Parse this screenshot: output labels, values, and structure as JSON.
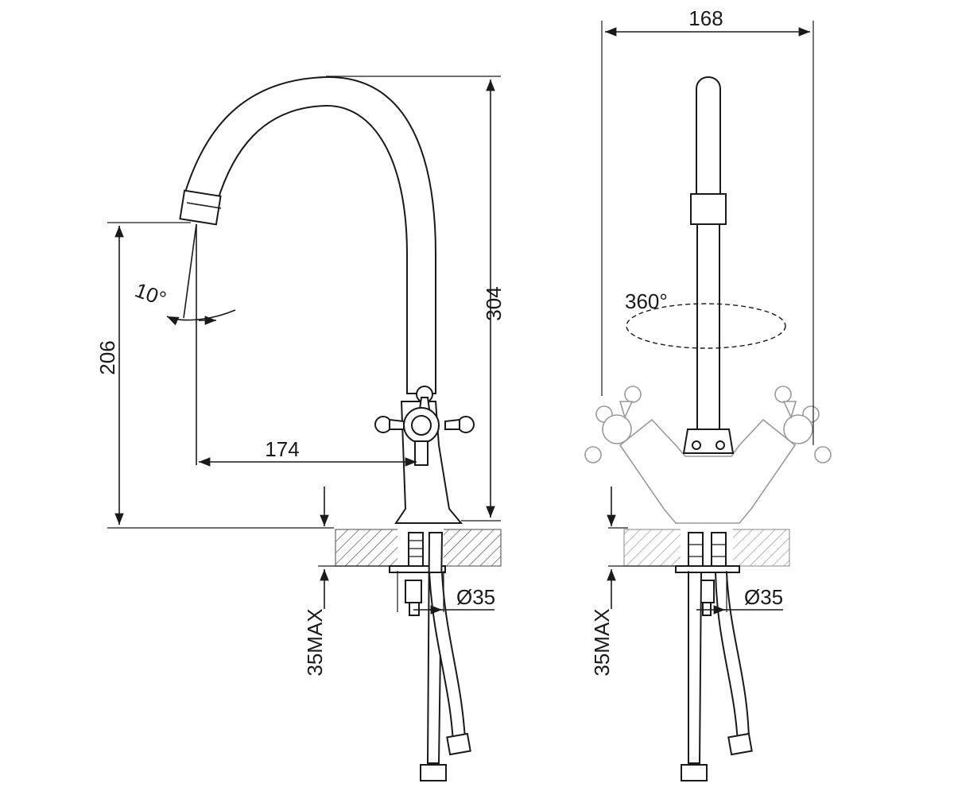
{
  "side_view": {
    "dim_height": "304",
    "dim_spout_height": "206",
    "dim_reach": "174",
    "dim_swivel_tilt": "10°",
    "dim_max_thickness": "35MAX",
    "dim_hole_diameter": "Ø35"
  },
  "front_view": {
    "dim_width": "168",
    "dim_rotation": "360°",
    "dim_max_thickness": "35MAX",
    "dim_hole_diameter": "Ø35"
  }
}
